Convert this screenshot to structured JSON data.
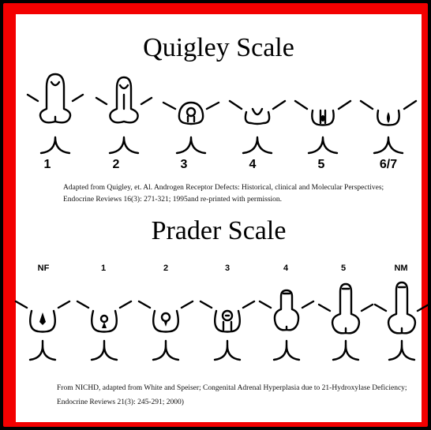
{
  "quigley": {
    "title": "Quigley Scale",
    "stages": [
      "1",
      "2",
      "3",
      "4",
      "5",
      "6/7"
    ],
    "caption_line1": "Adapted from Quigley, et. Al. Androgen Receptor Defects: Historical, clinical and Molecular Perspectives;",
    "caption_line2": "Endocrine Reviews 16(3): 271-321; 1995and re-printed with permission."
  },
  "prader": {
    "title": "Prader Scale",
    "stages": [
      "NF",
      "1",
      "2",
      "3",
      "4",
      "5",
      "NM"
    ],
    "caption_line1": "From NICHD, adapted from White and Speiser; Congenital Adrenal Hyperplasia due to 21-Hydroxylase Deficiency;",
    "caption_line2": "Endocrine Reviews 21(3): 245-291; 2000)"
  },
  "colors": {
    "border": "#f30000",
    "background": "#000000",
    "card": "#ffffff"
  }
}
